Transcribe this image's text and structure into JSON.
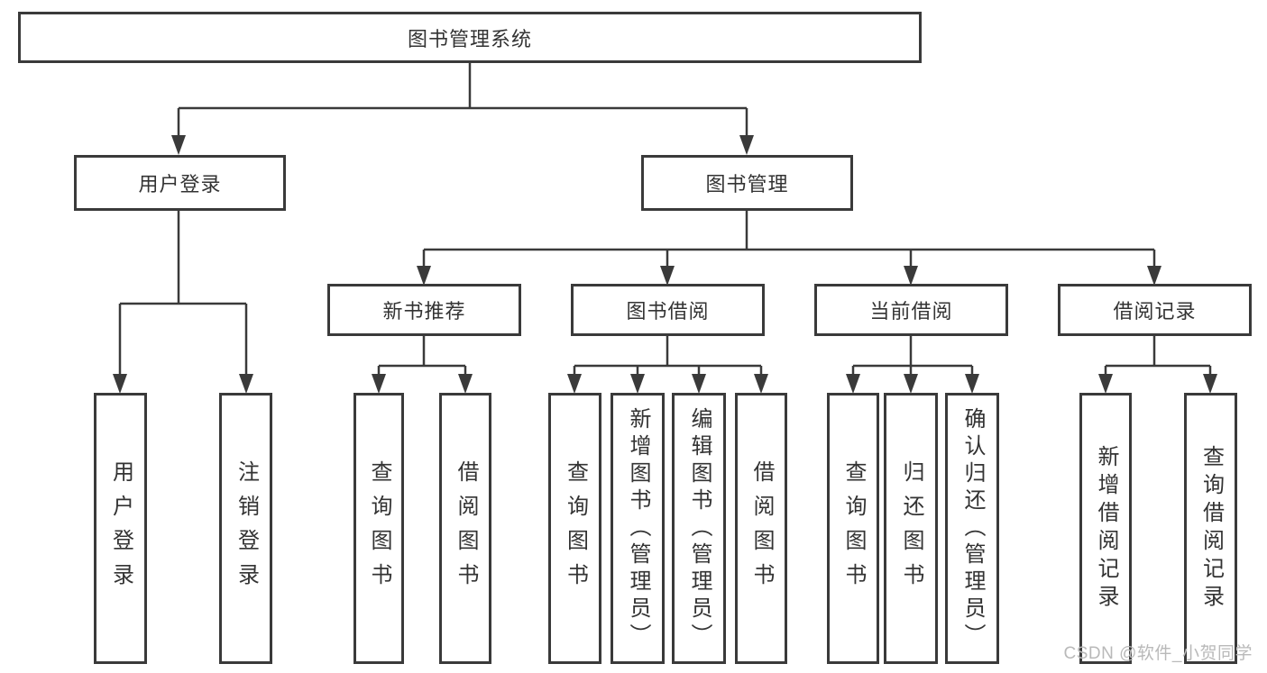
{
  "diagram": {
    "title": "图书管理系统",
    "branches": [
      {
        "label": "用户登录",
        "children": [
          {
            "label": "用户登录"
          },
          {
            "label": "注销登录"
          }
        ]
      },
      {
        "label": "图书管理",
        "children": [
          {
            "label": "新书推荐",
            "children": [
              {
                "label": "查询图书"
              },
              {
                "label": "借阅图书"
              }
            ]
          },
          {
            "label": "图书借阅",
            "children": [
              {
                "label": "查询图书"
              },
              {
                "label": "新增图书（管理员）"
              },
              {
                "label": "编辑图书（管理员）"
              },
              {
                "label": "借阅图书"
              }
            ]
          },
          {
            "label": "当前借阅",
            "children": [
              {
                "label": "查询图书"
              },
              {
                "label": "归还图书"
              },
              {
                "label": "确认归还（管理员）"
              }
            ]
          },
          {
            "label": "借阅记录",
            "children": [
              {
                "label": "新增借阅记录"
              },
              {
                "label": "查询借阅记录"
              }
            ]
          }
        ]
      }
    ]
  },
  "watermark": "CSDN @软件_小贺同学",
  "colors": {
    "line": "#3a3a3a",
    "text": "#333333",
    "watermark": "#b9b9b9",
    "background": "#ffffff"
  }
}
